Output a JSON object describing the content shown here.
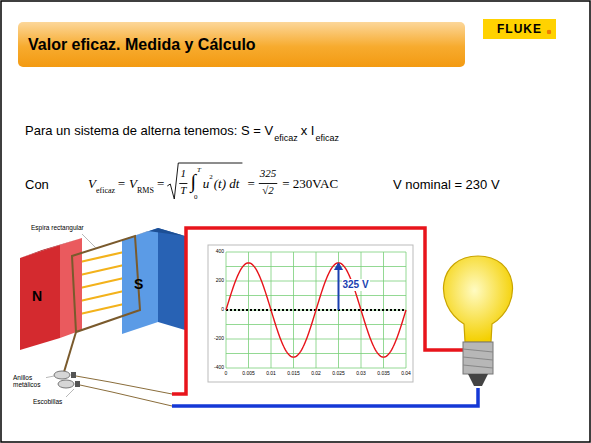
{
  "diagram": {
    "title": "Valor eficaz. Medida y Cálculo",
    "nodes": [
      {
        "text": [
          "FLUKE"
        ]
      }
    ],
    "labels": [
      "Para un sistema de alterna tenemos: S = V",
      "eficaz",
      "x I",
      "eficaz",
      "Con",
      "V",
      "eficaz",
      "= V",
      "RMS",
      "=",
      "1",
      "T",
      "∫",
      "T",
      "0",
      "u",
      "2",
      "(t) dt",
      "=",
      "325",
      "√2",
      "= 230VAC",
      "V nominal = 230 V",
      "Espira rectangular",
      "N",
      "S",
      "Anillos metálicos",
      "Escobillas",
      "325 V",
      "400",
      "200",
      "0",
      "-200",
      "-400",
      "0",
      "0.005",
      "0.01",
      "0.015",
      "0.02",
      "0.025",
      "0.03",
      "0.035",
      "0.04"
    ]
  }
}
